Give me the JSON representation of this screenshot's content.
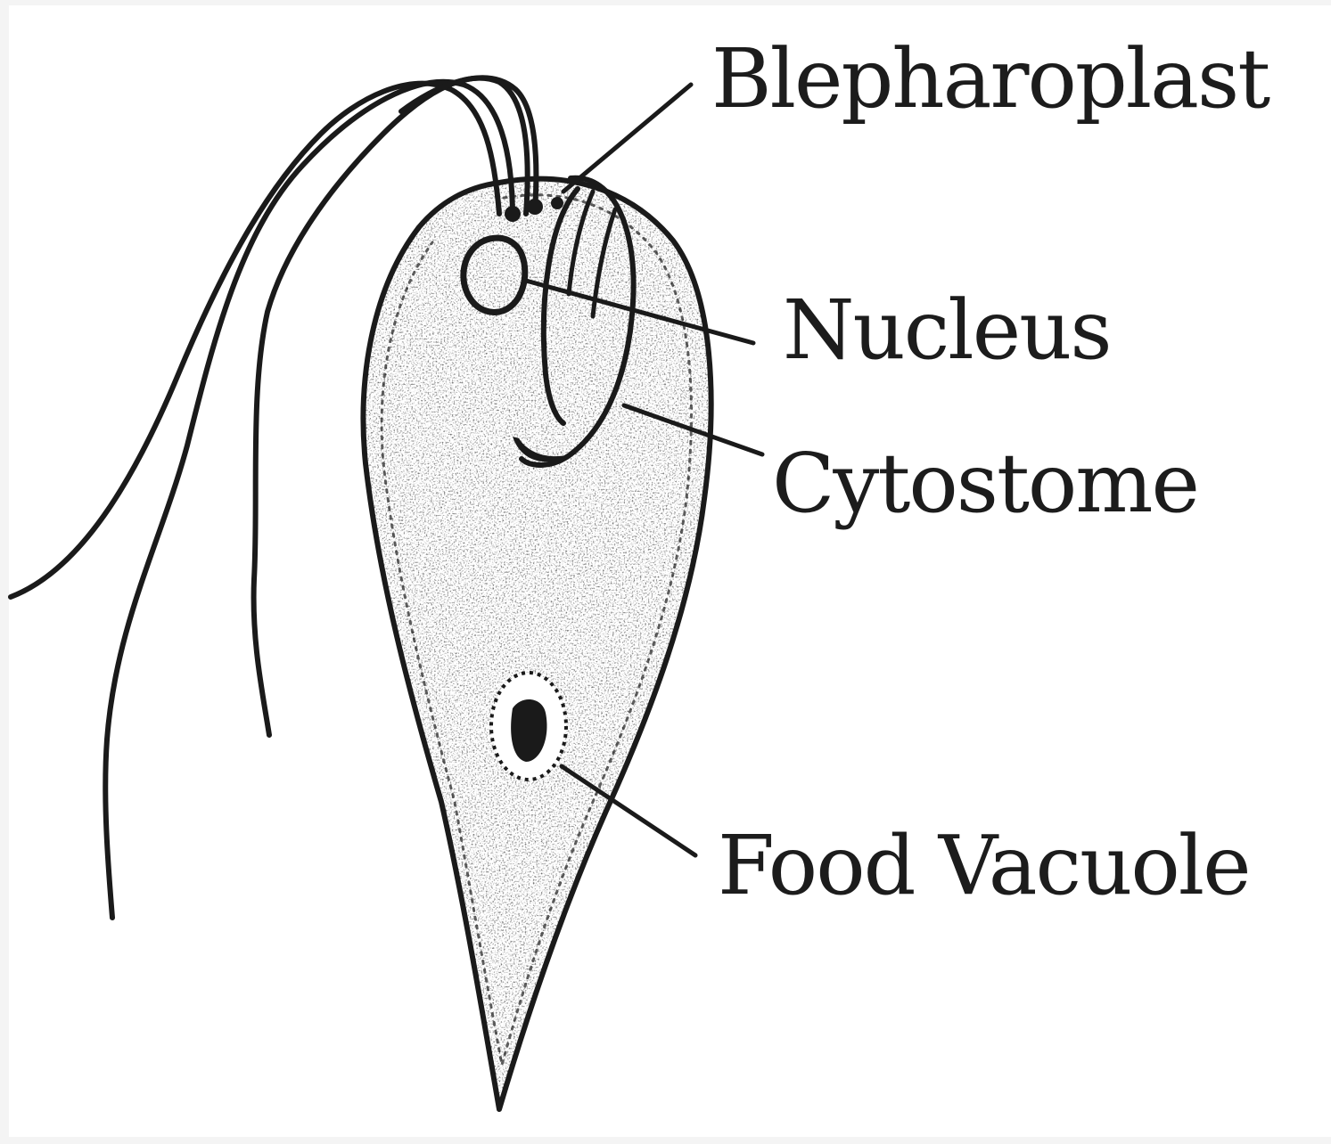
{
  "labels": {
    "blepharoplast": "Blepharoplast",
    "nucleus": "Nucleus",
    "cytostome": "Cytostome",
    "food_vacuole": "Food Vacuole"
  },
  "colors": {
    "ink": "#1a1a1a",
    "background": "#ffffff",
    "border": "#f4f4f4"
  }
}
